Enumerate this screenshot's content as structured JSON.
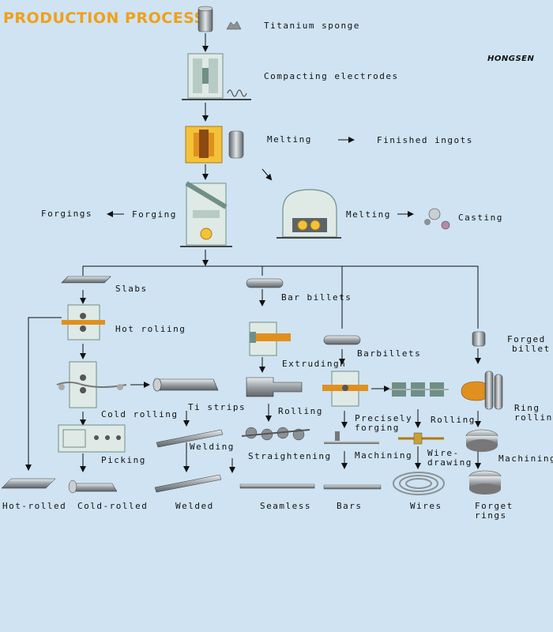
{
  "title": "PRODUCTION PROCESS",
  "brand": "HONGSEN",
  "labels": {
    "titanium_sponge": "Titanium sponge",
    "compacting_electrodes": "Compacting electrodes",
    "melting_1": "Melting",
    "finished_ingots": "Finished ingots",
    "forging": "Forging",
    "forgings": "Forgings",
    "melting_2": "Melting",
    "casting": "Casting",
    "slabs": "Slabs",
    "hot_rolling": "Hot roliing",
    "cold_rolling": "Cold rolling",
    "ti_strips": "Ti strips",
    "picking": "Picking",
    "welding": "Welding",
    "bar_billets": "Bar billets",
    "extrudingh": "Extrudingh",
    "rolling_1": "Rolling",
    "straightening": "Straightening",
    "barbillets": "Barbillets",
    "precisely": "Precisely",
    "forging_2": "forging",
    "rolling_2": "Rolling",
    "machining_1": "Machining",
    "wire": "Wire-",
    "drawing": "drawing",
    "forged": "Forged",
    "billet": "billet",
    "ring": "Ring",
    "rolling_3": "rolling",
    "machining_2": "Machining",
    "hot_rolled": "Hot-rolled",
    "cold_rolled": "Cold-rolled",
    "welded": "Welded",
    "seamless": "Seamless",
    "bars": "Bars",
    "wires": "Wires",
    "forget": "Forget",
    "rings": "rings"
  },
  "colors": {
    "background": "#cfe3f2",
    "title": "#f0a019",
    "machine": "#dfe9e6",
    "machine_dark": "#6f8f86",
    "metal": "#9aa0a4",
    "hot": "#e0901e"
  }
}
